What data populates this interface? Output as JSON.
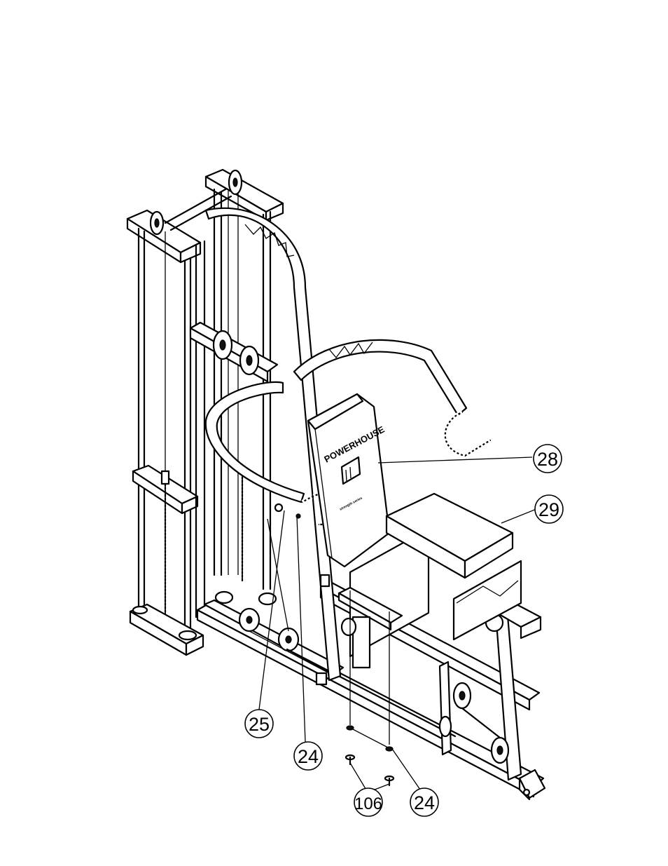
{
  "seat_back": {
    "brand": "POWERHOUSE",
    "tagline": "strength series"
  },
  "callouts": [
    {
      "id": "c28",
      "label": "28"
    },
    {
      "id": "c29",
      "label": "29"
    },
    {
      "id": "c25",
      "label": "25"
    },
    {
      "id": "c24a",
      "label": "24"
    },
    {
      "id": "c106",
      "label": "106"
    },
    {
      "id": "c24b",
      "label": "24"
    }
  ]
}
